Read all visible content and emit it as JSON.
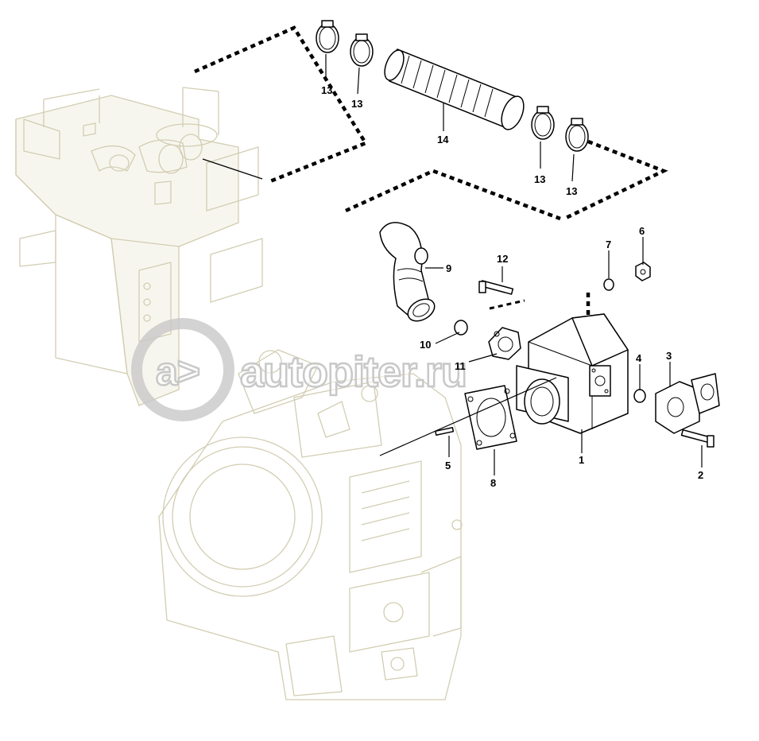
{
  "watermark": {
    "text": "autopiter.ru"
  },
  "callouts": {
    "c1": "1",
    "c2": "2",
    "c3": "3",
    "c4": "4",
    "c5": "5",
    "c6": "6",
    "c7": "7",
    "c8": "8",
    "c9": "9",
    "c10": "10",
    "c11": "11",
    "c12": "12",
    "c13a": "13",
    "c13b": "13",
    "c13c": "13",
    "c13d": "13",
    "c14": "14"
  },
  "colors": {
    "ink": "#000000",
    "ghost": "#d2cdb2",
    "watermark": "#c8c8c8"
  }
}
